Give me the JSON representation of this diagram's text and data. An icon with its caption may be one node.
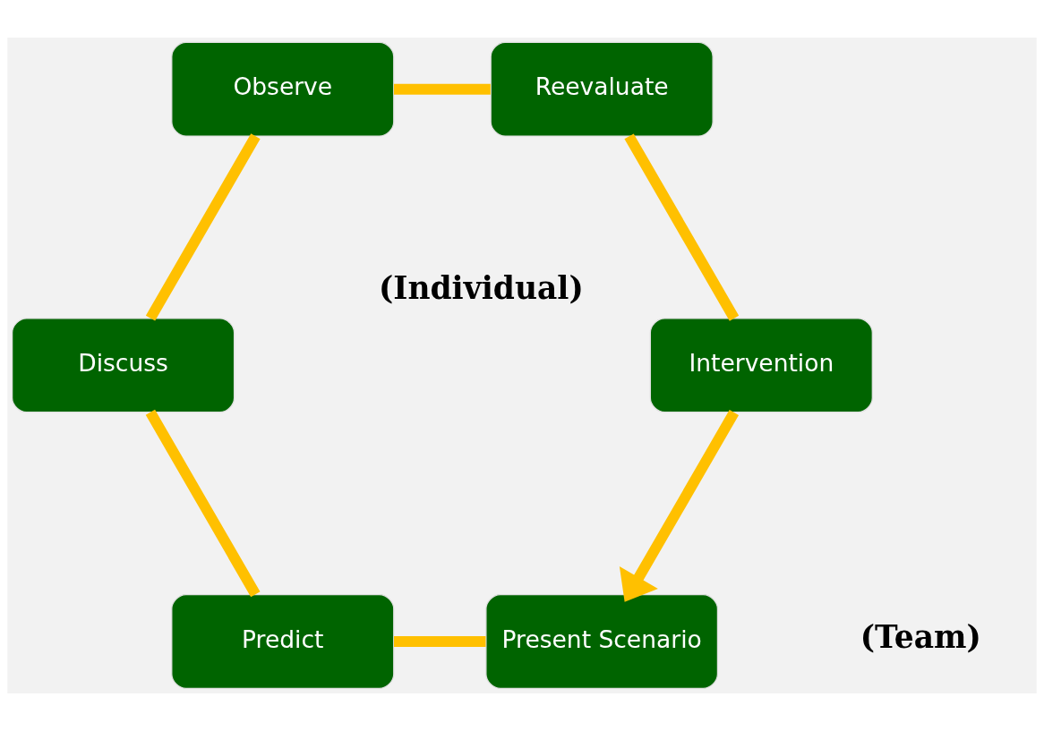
{
  "diagram": {
    "nodes": [
      {
        "text": [
          "Present Scenario"
        ]
      },
      {
        "text": [
          "Predict"
        ]
      },
      {
        "text": [
          "Discuss"
        ]
      },
      {
        "text": [
          "Observe"
        ]
      },
      {
        "text": [
          "Reevaluate"
        ]
      },
      {
        "text": [
          "Intervention"
        ]
      }
    ],
    "edges": [
      {
        "from": 0,
        "to": 1,
        "arrow": "none"
      },
      {
        "from": 1,
        "to": 2,
        "arrow": "none"
      },
      {
        "from": 2,
        "to": 3,
        "arrow": "none"
      },
      {
        "from": 3,
        "to": 4,
        "arrow": "none"
      },
      {
        "from": 4,
        "to": 5,
        "arrow": "none"
      },
      {
        "from": 5,
        "to": 0,
        "arrow": "to"
      }
    ],
    "labels": [
      "(Individual)",
      "(Team)"
    ]
  }
}
